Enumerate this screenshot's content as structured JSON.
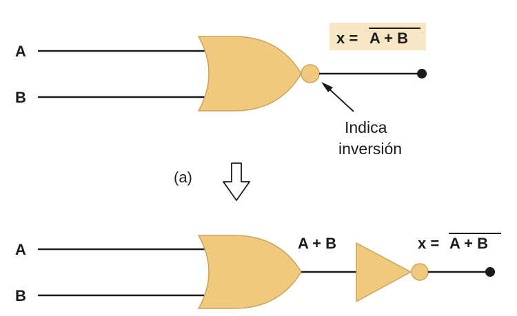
{
  "top": {
    "input_a": "A",
    "input_b": "B",
    "output_expr_prefix": "x = ",
    "output_expr_bar": "A + B",
    "annotation_line1": "Indica",
    "annotation_line2": "inversión"
  },
  "middle": {
    "step_label": "(a)"
  },
  "bottom": {
    "input_a": "A",
    "input_b": "B",
    "intermediate_expr": "A + B",
    "output_expr_prefix": "x = ",
    "output_expr_bar": "A + B"
  },
  "colors": {
    "gate_fill": "#f0c97c",
    "wire": "#1a1a1a",
    "highlight_box": "#f6e6c4"
  },
  "icons": {
    "down_arrow": "down-arrow-icon"
  }
}
